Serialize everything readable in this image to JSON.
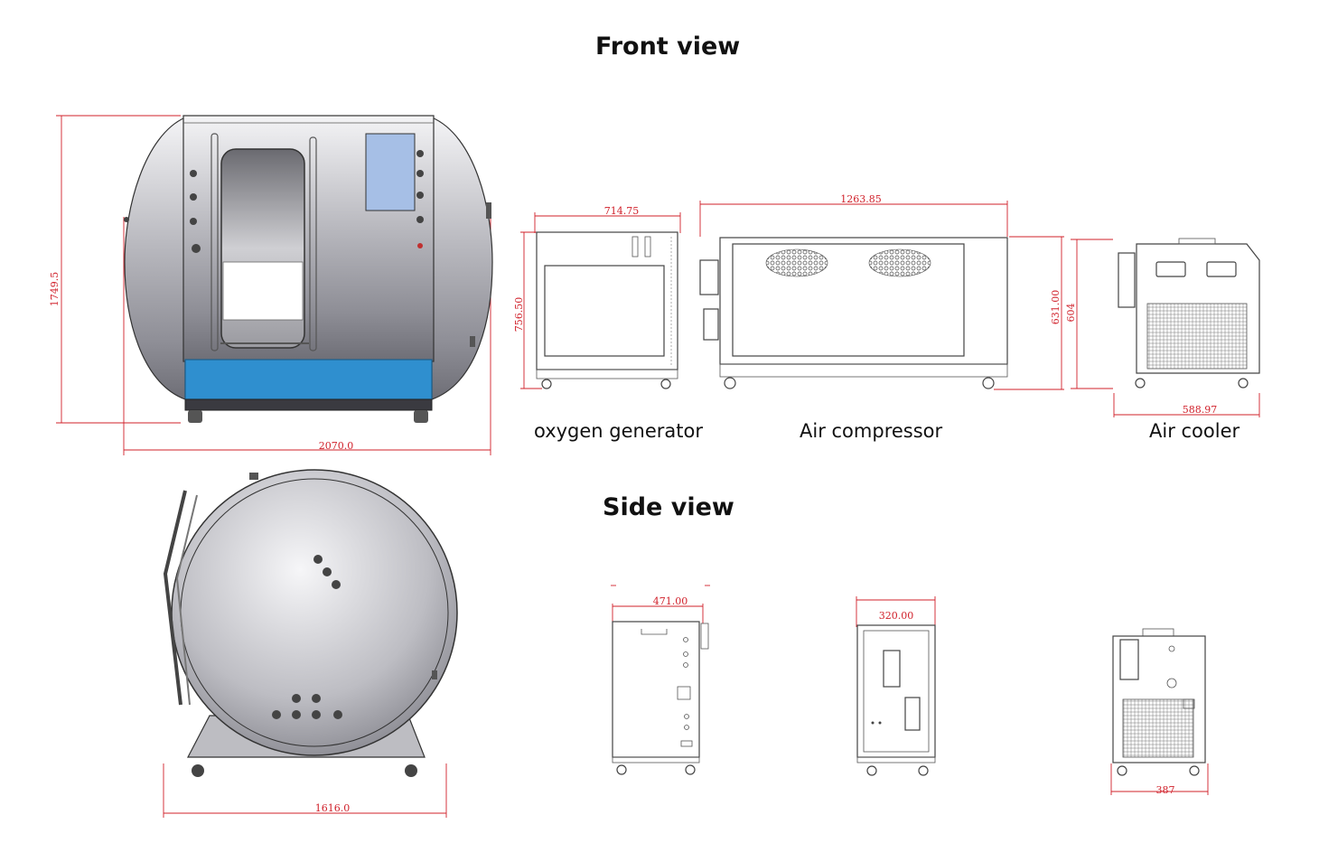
{
  "titles": {
    "front_view": "Front view",
    "side_view": "Side view"
  },
  "captions": {
    "oxygen_generator": "oxygen generator",
    "air_compressor": "Air compressor",
    "air_cooler": "Air cooler"
  },
  "dimensions": {
    "chamber_height": "1749.5",
    "chamber_width": "2070.0",
    "chamber_depth": "1616.0",
    "oxygen_width": "714.75",
    "oxygen_height": "756.50",
    "oxygen_depth": "471.00",
    "compressor_width": "1263.85",
    "compressor_height": "631.00",
    "compressor_depth": "320.00",
    "cooler_height": "604",
    "cooler_width": "588.97",
    "cooler_depth": "387"
  },
  "colors": {
    "dimension": "#d0202a",
    "chamber_base": "#2f8fcf",
    "window_panel": "#a6bfe6"
  }
}
